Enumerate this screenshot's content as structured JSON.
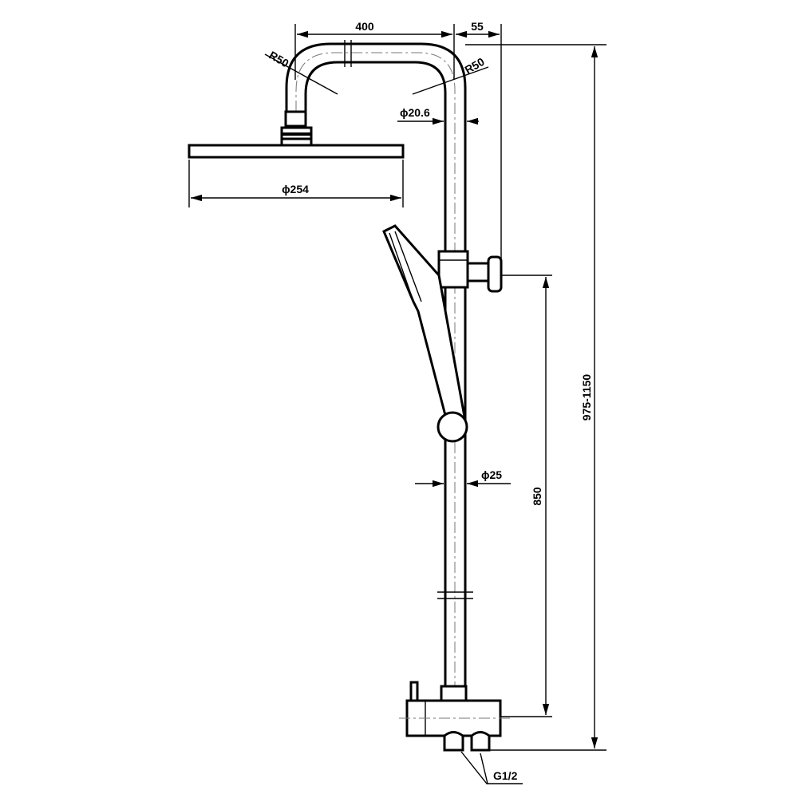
{
  "drawing": {
    "title": "Shower column dimension drawing",
    "dimensions": {
      "arm_length": "400",
      "offset": "55",
      "bend_radius_left": "R50",
      "bend_radius_right": "R50",
      "arm_diameter": "ϕ20.6",
      "head_diameter": "ϕ254",
      "riser_diameter": "ϕ25",
      "bracket_height": "850",
      "total_height": "975-1150",
      "inlet_thread": "G1/2"
    }
  }
}
